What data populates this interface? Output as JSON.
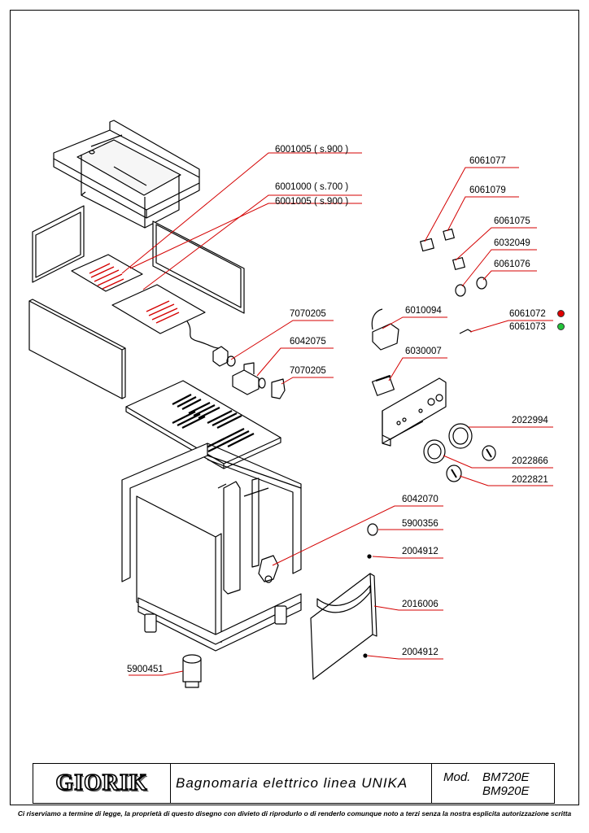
{
  "parts": {
    "p1": "6001005 ( s.900 )",
    "p2": "6001000 ( s.700 )",
    "p3": "6001005 ( s.900 )",
    "p4": "6061077",
    "p5": "6061079",
    "p6": "6061075",
    "p7": "6032049",
    "p8": "6061076",
    "p9": "6010094",
    "p10": "6061072",
    "p11": "6061073",
    "p12": "7070205",
    "p13": "6042075",
    "p14": "7070205",
    "p15": "6030007",
    "p16": "2022994",
    "p17": "2022866",
    "p18": "2022821",
    "p19": "6042070",
    "p20": "5900356",
    "p21": "2004912",
    "p22": "2016006",
    "p23": "2004912",
    "p24": "5900451"
  },
  "colors": {
    "leader": "#d40000",
    "red_indicator": "#e00000",
    "green_indicator": "#22c43a"
  },
  "title_block": {
    "logo_text": "GIORIK",
    "description": "Bagnomaria elettrico linea UNIKA",
    "mod_label": "Mod.",
    "model_1": "BM720E",
    "model_2": "BM920E"
  },
  "footer": "Ci riserviamo a termine di legge, la proprietà di questo disegno con divieto di riprodurlo o di renderlo comunque noto a terzi senza la nostra esplicita autorizzazione scritta"
}
